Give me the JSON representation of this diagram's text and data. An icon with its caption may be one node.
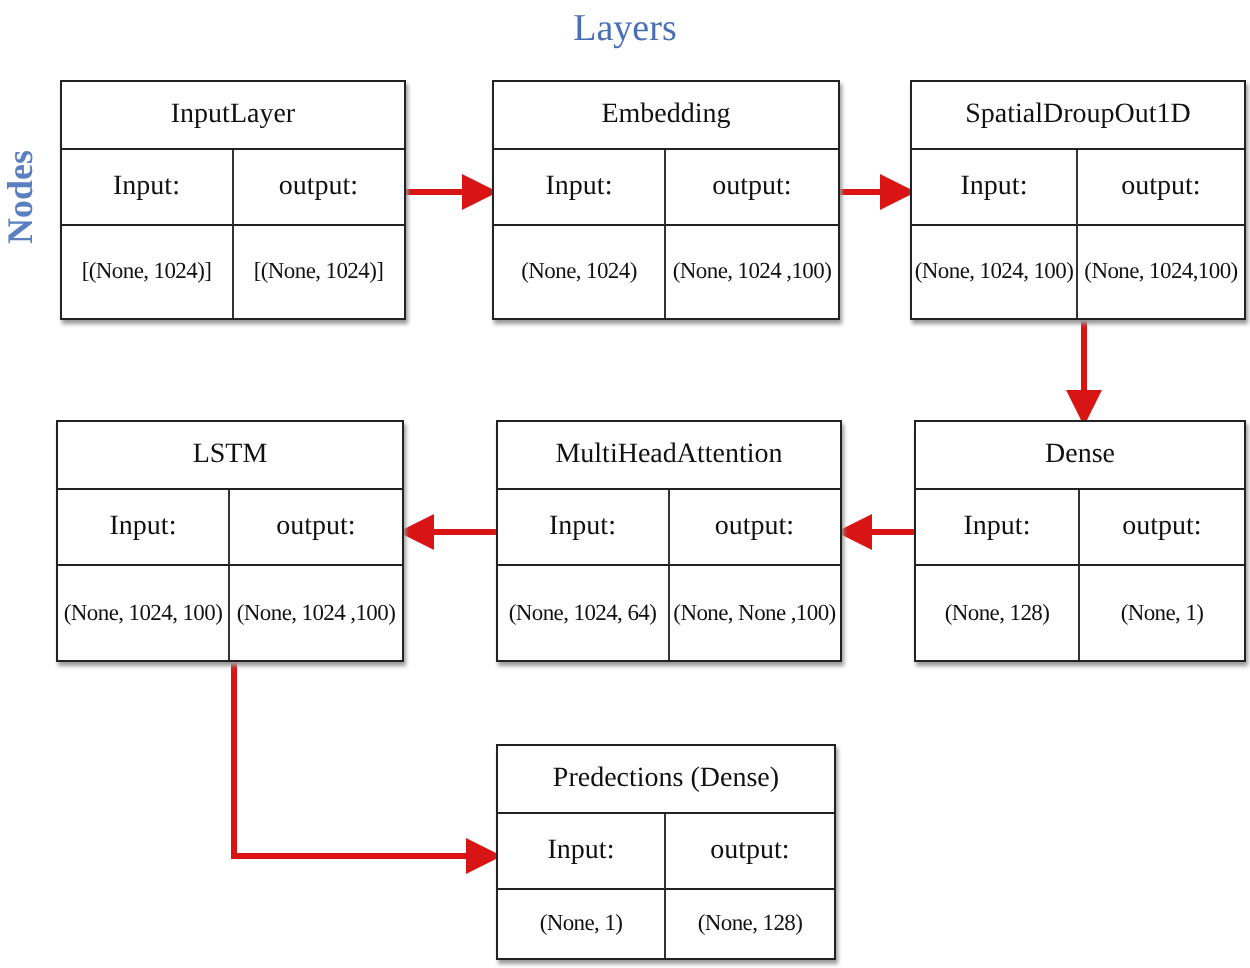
{
  "diagram": {
    "title": "Layers",
    "nodes": [
      {
        "text": [
          "InputLayer",
          "Input:",
          "output:",
          "[(None, 1024)]",
          "[(None, 1024)]"
        ]
      },
      {
        "text": [
          "Embedding",
          "Input:",
          "output:",
          "(None, 1024)",
          "(None, 1024 ,100)"
        ]
      },
      {
        "text": [
          "SpatialDroupOut1D",
          "Input:",
          "output:",
          "(None, 1024, 100)",
          "(None, 1024,100)"
        ]
      },
      {
        "text": [
          "Dense",
          "Input:",
          "output:",
          "(None, 128)",
          "(None, 1)"
        ]
      },
      {
        "text": [
          "MultiHeadAttention",
          "Input:",
          "output:",
          "(None, 1024, 64)",
          "(None, None ,100)"
        ]
      },
      {
        "text": [
          "LSTM",
          "Input:",
          "output:",
          "(None, 1024, 100)",
          "(None, 1024 ,100)"
        ]
      },
      {
        "text": [
          "Predections (Dense)",
          "Input:",
          "output:",
          "(None, 1)",
          "(None, 128)"
        ]
      }
    ],
    "edges": [
      {
        "from": 0,
        "to": 1,
        "arrow": "to"
      },
      {
        "from": 1,
        "to": 2,
        "arrow": "to"
      },
      {
        "from": 2,
        "to": 3,
        "arrow": "to"
      },
      {
        "from": 3,
        "to": 4,
        "arrow": "to"
      },
      {
        "from": 4,
        "to": 5,
        "arrow": "to"
      },
      {
        "from": 5,
        "to": 6,
        "arrow": "to"
      }
    ],
    "labels": [
      "Nodes"
    ]
  }
}
